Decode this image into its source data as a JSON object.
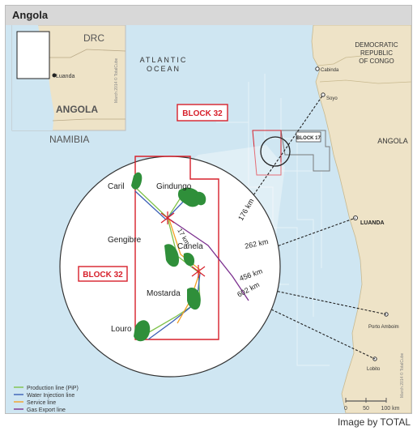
{
  "header": {
    "title": "Angola"
  },
  "inset": {
    "labels": {
      "drc": "DRC",
      "angola": "ANGOLA",
      "namibia": "NAMIBIA",
      "luanda": "Luanda"
    },
    "copyright": "March 2014 © TotalCube"
  },
  "map_labels": {
    "atlantic_ocean_1": "ATLANTIC",
    "atlantic_ocean_2": "OCEAN",
    "drc_1": "DEMOCRATIC",
    "drc_2": "REPUBLIC",
    "drc_3": "OF CONGO",
    "angola": "ANGOLA",
    "cabinda": "Cabinda",
    "soyo": "Soyo",
    "luanda": "LUANDA",
    "porto_amboim": "Porto Amboim",
    "lobito": "Lobito",
    "block17": "BLOCK 17",
    "block32_callout": "BLOCK 32",
    "copyright": "March 2014 © TotalCube"
  },
  "circle_labels": {
    "caril": "Caril",
    "gindungo": "Gindungo",
    "gengibre": "Gengibre",
    "canela": "Canela",
    "mostarda": "Mostarda",
    "louro": "Louro",
    "block32": "BLOCK 32",
    "d17": "17 km"
  },
  "distances": {
    "d176": "176 km",
    "d262": "262 km",
    "d456": "456 km",
    "d602": "602 km"
  },
  "legend": [
    {
      "label": "Production line (PiP)",
      "color": "#7fc24a"
    },
    {
      "label": "Water Injection line",
      "color": "#3b5fb5"
    },
    {
      "label": "Service line",
      "color": "#f2a227"
    },
    {
      "label": "Gas Export line",
      "color": "#7b2f8e"
    }
  ],
  "scale": {
    "t0": "0",
    "t1": "50",
    "t2": "100 km"
  },
  "credit": "Image by TOTAL",
  "colors": {
    "sea": "#cfe6f2",
    "land": "#eee3c7",
    "block_red": "#d7202b",
    "field_green": "#2f8f3a"
  }
}
